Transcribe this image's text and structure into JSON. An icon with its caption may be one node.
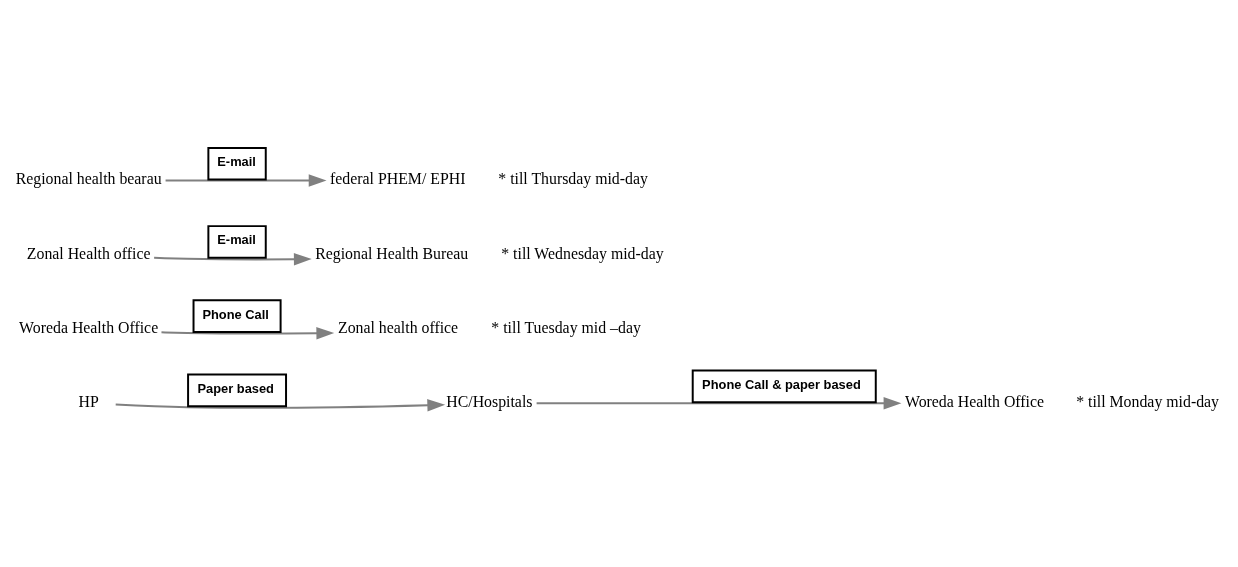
{
  "diagram": {
    "nodes": [
      {
        "text": [
          "HP"
        ]
      },
      {
        "text": [
          "HC/Hospitals"
        ]
      },
      {
        "text": [
          "Woreda Health Office"
        ],
        "beside": [
          "* till Monday mid-day"
        ]
      },
      {
        "text": [
          "Woreda Health Office"
        ]
      },
      {
        "text": [
          "Zonal health office"
        ],
        "beside": [
          "* till Tuesday mid –day"
        ]
      },
      {
        "text": [
          "Zonal Health office"
        ]
      },
      {
        "text": [
          "Regional Health Bureau"
        ],
        "beside": [
          "* till Wednesday mid-day"
        ]
      },
      {
        "text": [
          "Regional health bearau"
        ]
      },
      {
        "text": [
          "federal PHEM/ EPHI"
        ],
        "beside": [
          "* till Thursday mid-day"
        ]
      }
    ],
    "edges": [
      {
        "from": 0,
        "to": 1,
        "arrow": "to",
        "label": "Paper based"
      },
      {
        "from": 1,
        "to": 2,
        "arrow": "to",
        "label": "Phone Call & paper based"
      },
      {
        "from": 3,
        "to": 4,
        "arrow": "to",
        "label": "Phone Call"
      },
      {
        "from": 5,
        "to": 6,
        "arrow": "to",
        "label": "E-mail"
      },
      {
        "from": 7,
        "to": 8,
        "arrow": "to",
        "label": "E-mail"
      }
    ]
  }
}
